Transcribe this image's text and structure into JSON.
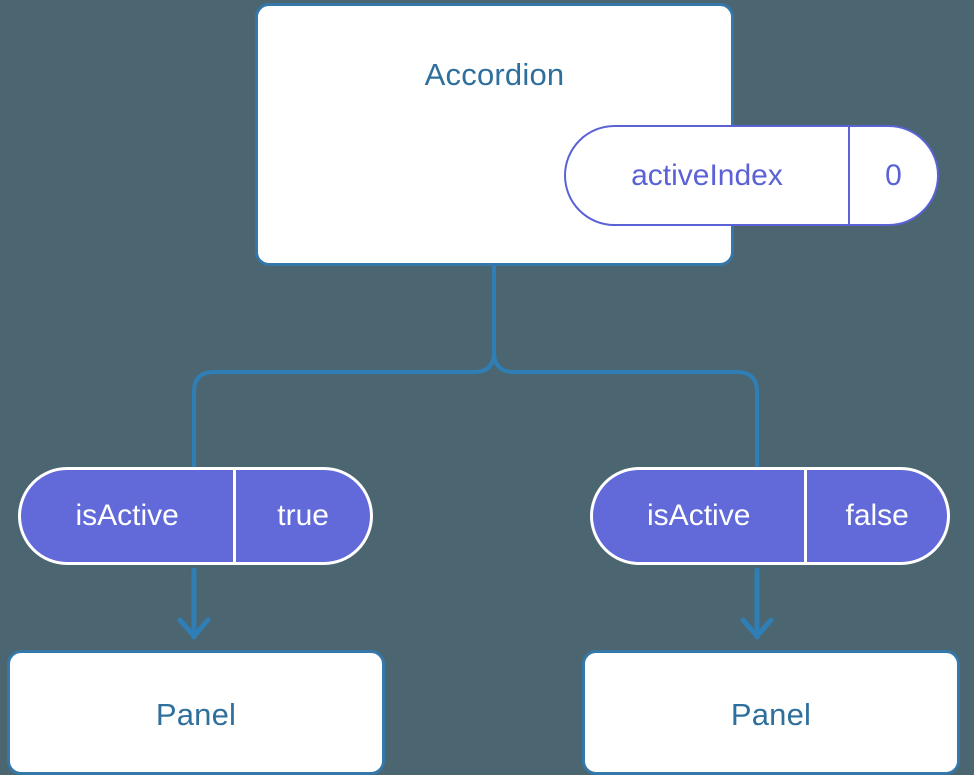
{
  "diagram": {
    "background_color": "#4b6670",
    "accent_blue": "#3577a8",
    "accent_purple": "#616ad8",
    "root": {
      "title": "Accordion",
      "state_pill": {
        "key": "activeIndex",
        "value": "0"
      }
    },
    "branches": [
      {
        "prop_pill": {
          "key": "isActive",
          "value": "true"
        },
        "child": {
          "title": "Panel"
        }
      },
      {
        "prop_pill": {
          "key": "isActive",
          "value": "false"
        },
        "child": {
          "title": "Panel"
        }
      }
    ]
  }
}
